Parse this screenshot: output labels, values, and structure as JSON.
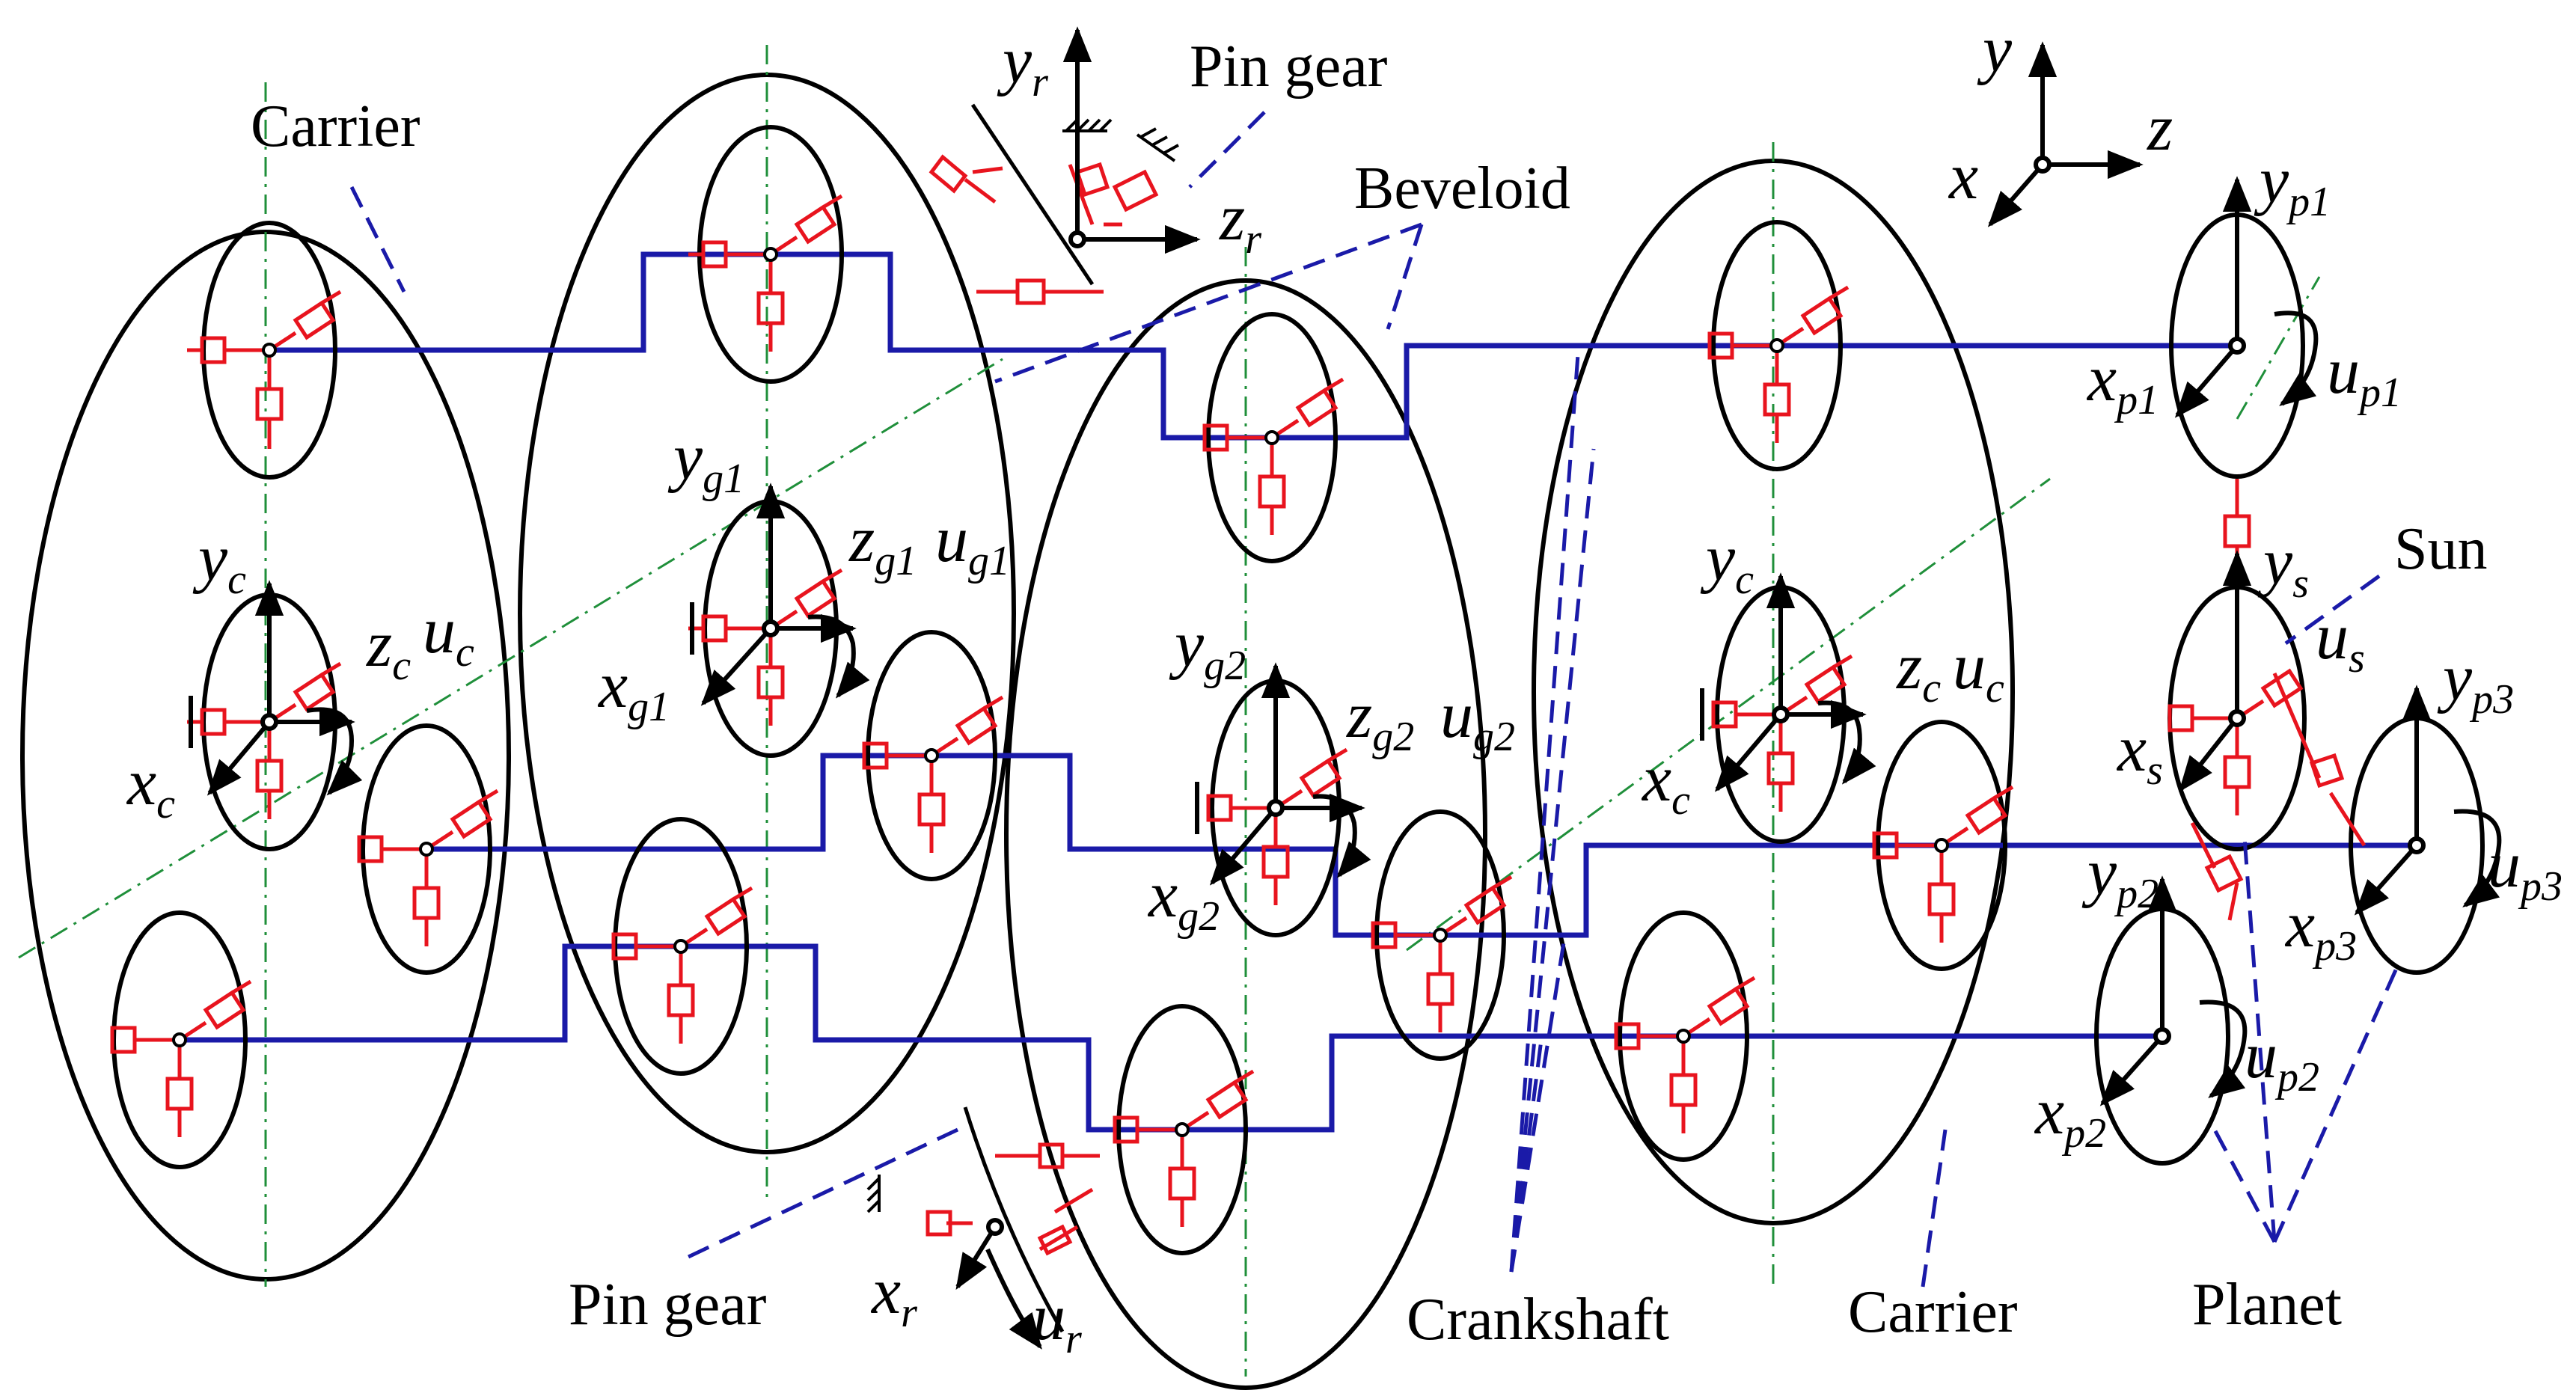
{
  "labels": {
    "carrier_left": "Carrier",
    "pin_gear_top": "Pin gear",
    "beveloid": "Beveloid",
    "pin_gear_bottom": "Pin gear",
    "crankshaft": "Crankshaft",
    "carrier_bottom": "Carrier",
    "planet": "Planet",
    "sun": "Sun"
  },
  "axes": {
    "y": "y",
    "z": "z",
    "x": "x",
    "yr": "y",
    "yr_sub": "r",
    "zr": "z",
    "zr_sub": "r",
    "xr": "x",
    "xr_sub": "r",
    "ur": "u",
    "ur_sub": "r",
    "yc1": "y",
    "yc1_sub": "c",
    "zc1": "z",
    "zc1_sub": "c",
    "uc1": "u",
    "uc1_sub": "c",
    "xc1": "x",
    "xc1_sub": "c",
    "yg1": "y",
    "yg1_sub": "g1",
    "zg1": "z",
    "zg1_sub": "g1",
    "ug1": "u",
    "ug1_sub": "g1",
    "xg1": "x",
    "xg1_sub": "g1",
    "yg2": "y",
    "yg2_sub": "g2",
    "zg2": "z",
    "zg2_sub": "g2",
    "ug2": "u",
    "ug2_sub": "g2",
    "xg2": "x",
    "xg2_sub": "g2",
    "yc2": "y",
    "yc2_sub": "c",
    "zc2": "z",
    "zc2_sub": "c",
    "uc2": "u",
    "uc2_sub": "c",
    "xc2": "x",
    "xc2_sub": "c",
    "yp1": "y",
    "yp1_sub": "p1",
    "xp1": "x",
    "xp1_sub": "p1",
    "up1": "u",
    "up1_sub": "p1",
    "ys": "y",
    "ys_sub": "s",
    "us": "u",
    "us_sub": "s",
    "xs": "x",
    "xs_sub": "s",
    "yp3": "y",
    "yp3_sub": "p3",
    "xp3": "x",
    "xp3_sub": "p3",
    "up3": "u",
    "up3_sub": "p3",
    "yp2": "y",
    "yp2_sub": "p2",
    "xp2": "x",
    "xp2_sub": "p2",
    "up2": "u",
    "up2_sub": "p2"
  },
  "colors": {
    "outline": "#000000",
    "shaft": "#1a1aa8",
    "spring": "#e8141e",
    "centerline": "#1f8f3a",
    "leader": "#1a1aa8"
  }
}
